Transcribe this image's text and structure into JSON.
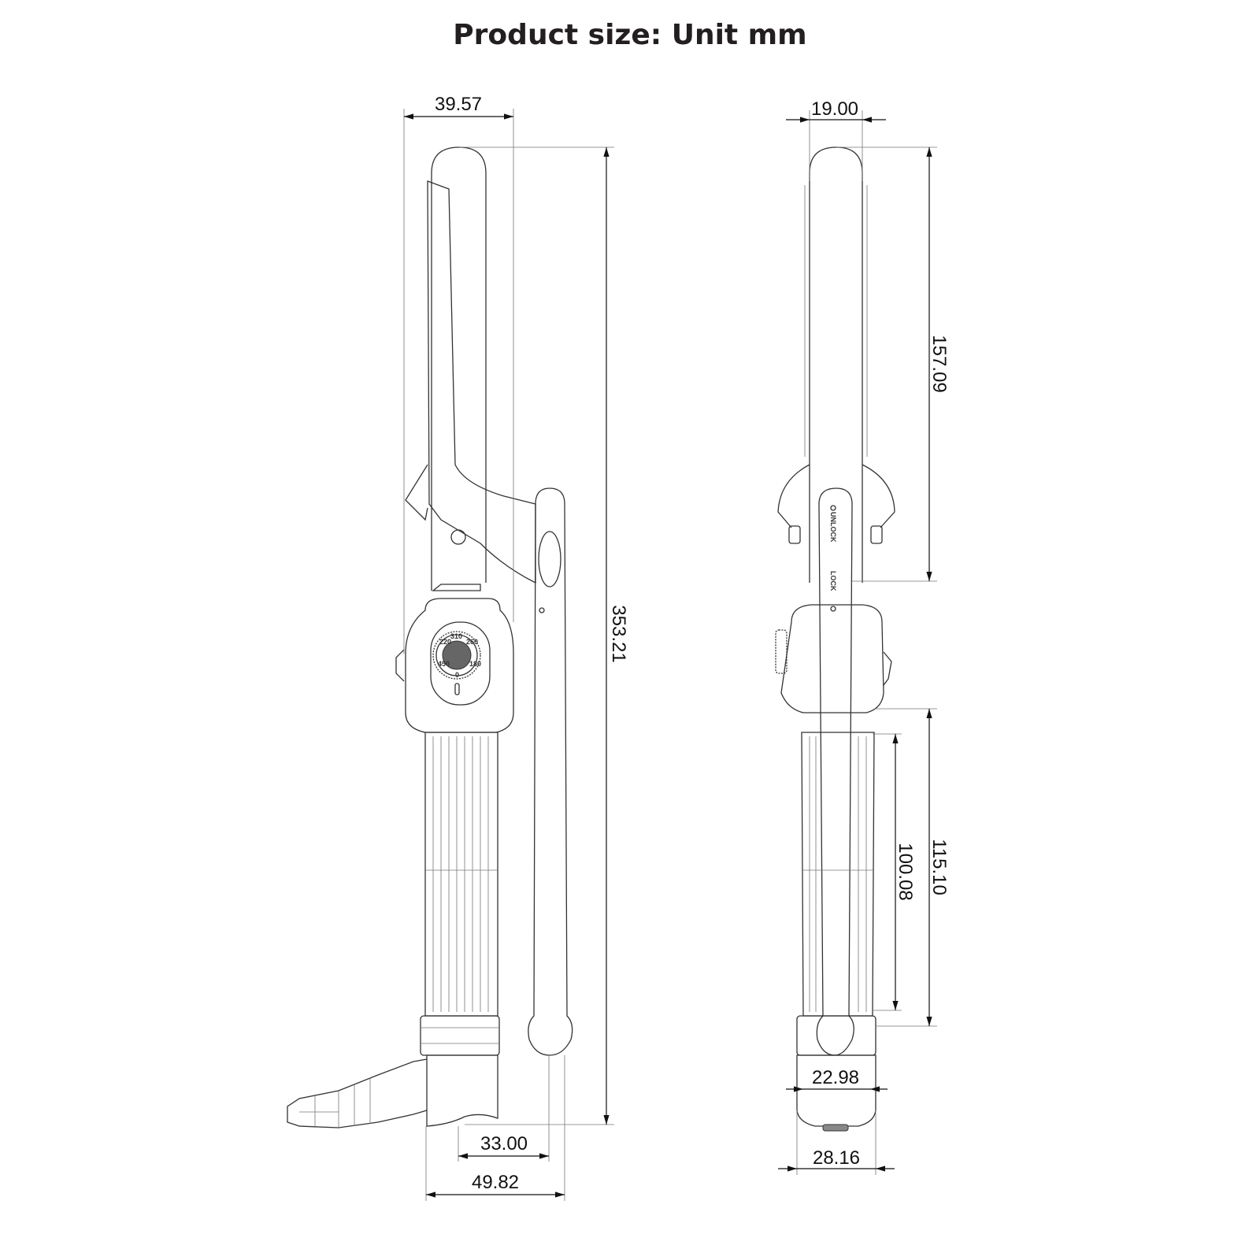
{
  "title": "Product size: Unit mm",
  "left_view": {
    "width_barrel_clip": "39.57",
    "total_length": "353.21",
    "stand_offset": "33.00",
    "base_depth": "49.82",
    "dial_marks": [
      "310",
      "220",
      "260",
      "450",
      "180",
      "0"
    ]
  },
  "right_view": {
    "barrel_width": "19.00",
    "barrel_length": "157.09",
    "handle_length": "115.10",
    "grip_length": "100.08",
    "collar_width": "22.98",
    "base_width": "28.16",
    "unlock_label": "UNLOCK",
    "lock_label": "LOCK"
  }
}
